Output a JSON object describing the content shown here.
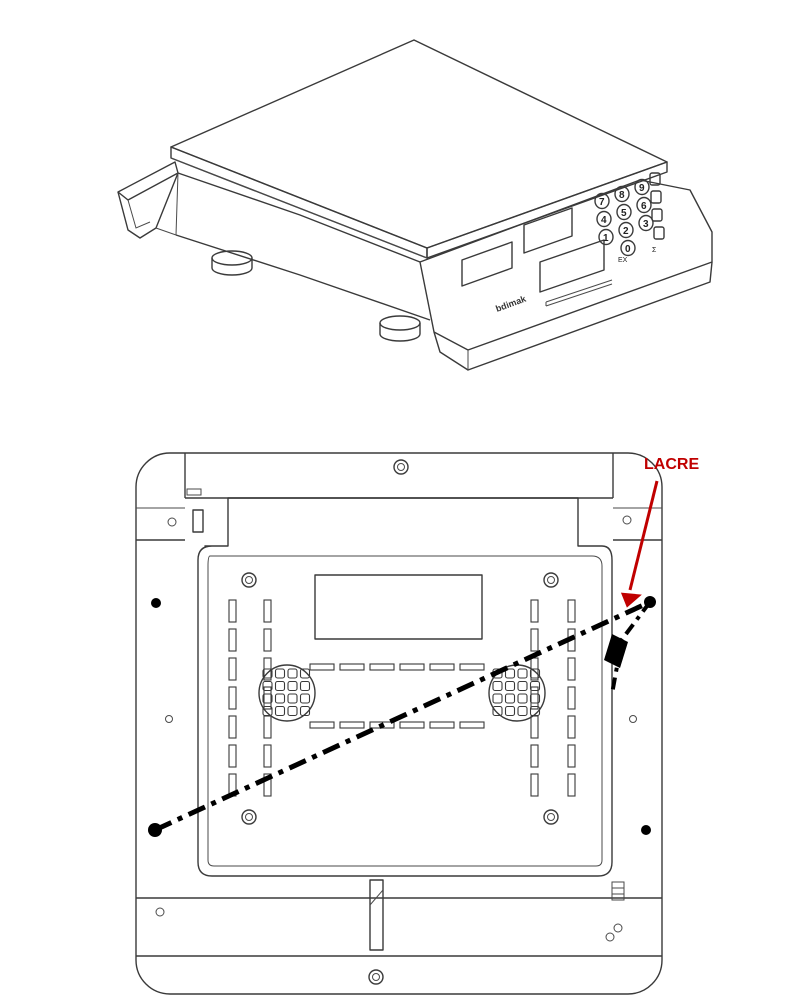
{
  "brand": "bdimak",
  "keypad": {
    "keys": [
      "7",
      "8",
      "9",
      "4",
      "5",
      "6",
      "1",
      "2",
      "3",
      "0"
    ],
    "bottom_left": "EX",
    "bottom_right": "Σ"
  },
  "seal_label": "LACRE",
  "colors": {
    "accent": "#c00000",
    "seal_path": "#000000",
    "line": "#3a3a3a"
  }
}
